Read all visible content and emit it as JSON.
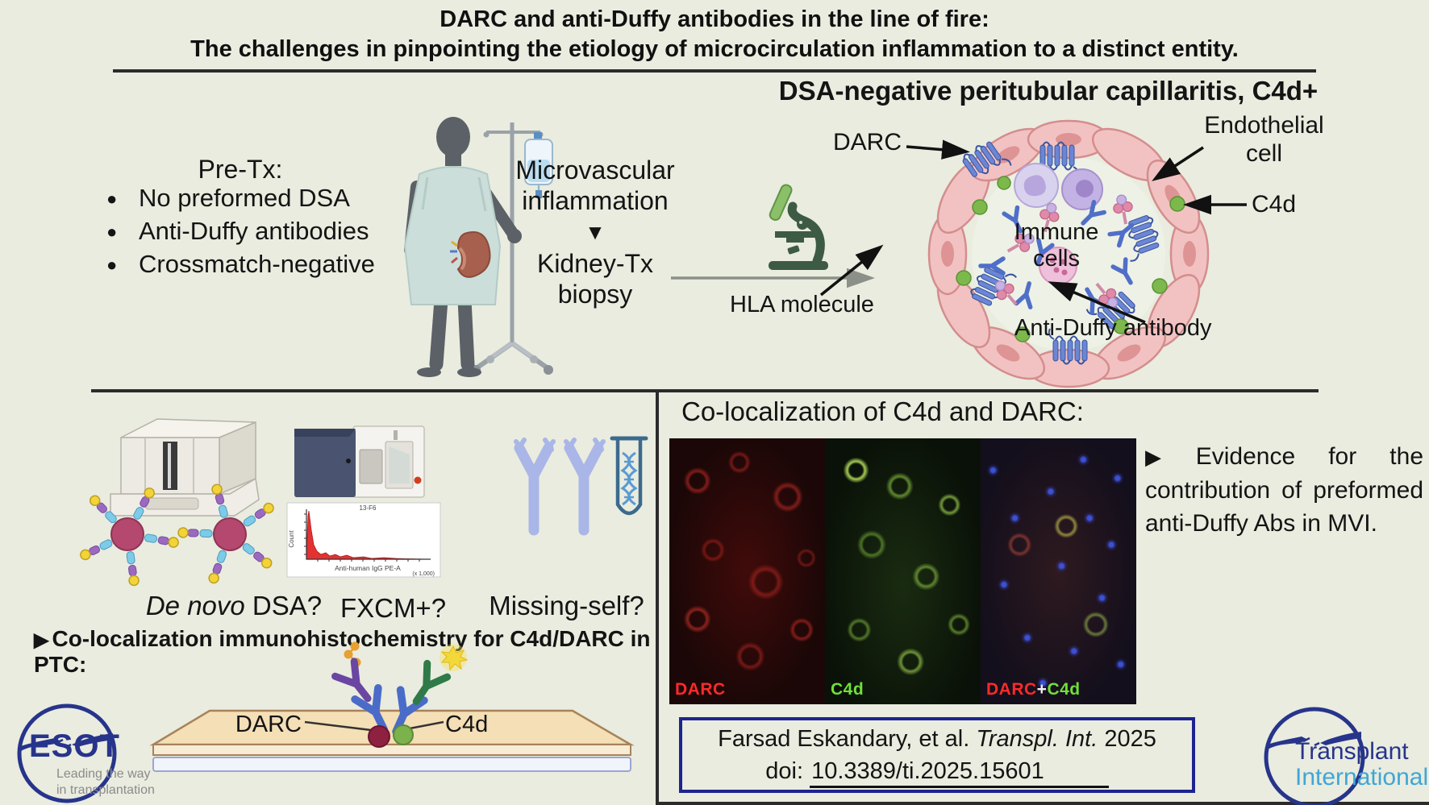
{
  "title": {
    "line1": "DARC and anti-Duffy antibodies in the line of fire:",
    "line2": "The challenges in pinpointing the etiology of microcirculation inflammation to a distinct entity."
  },
  "pre_tx": {
    "heading": "Pre-Tx:",
    "bullet_glyph": "●",
    "bullets": [
      "No preformed DSA",
      "Anti-Duffy antibodies",
      "Crossmatch-negative"
    ]
  },
  "flow": {
    "line1": "Microvascular",
    "line2": "inflammation",
    "down_arrow": "▼",
    "line3": "Kidney-Tx",
    "line4": "biopsy"
  },
  "capillary": {
    "heading": "DSA-negative peritubular capillaritis, C4d+",
    "label_darc": "DARC",
    "label_endothelial": "Endothelial cell",
    "label_c4d": "C4d",
    "label_immune": "Immune cells",
    "label_hla": "HLA molecule",
    "label_anti_duffy": "Anti-Duffy antibody"
  },
  "workup": {
    "q1_italic": "De novo",
    "q1_rest": " DSA?",
    "q2": "FXCM+?",
    "q3": "Missing-self?",
    "marker": "▶",
    "coloc_heading": "Co-localization immunohistochemistry for C4d/DARC in PTC:",
    "slide_label_darc": "DARC",
    "slide_label_c4d": "C4d",
    "histogram": {
      "title": "13-F6",
      "ylabel": "Count",
      "xlabel": "Anti-human IgG PE-A",
      "scale_note": "(x 1,000)"
    }
  },
  "coloc": {
    "heading": "Co-localization of C4d and DARC:",
    "panel1_label": "DARC",
    "panel2_label": "C4d",
    "panel3_parts": [
      "DARC",
      "+",
      "C4d"
    ],
    "marker": "▶",
    "evidence": "Evidence for the contribution of preformed anti-Duffy Abs in MVI."
  },
  "citation": {
    "authors": "Farsad Eskandary, et al. ",
    "journal": "Transpl. Int.",
    "year": " 2025",
    "doi_prefix": "doi: ",
    "doi": "10.3389/ti.2025.15601"
  },
  "logos": {
    "esot_name": "ESOT",
    "esot_tagline1": "Leading the way",
    "esot_tagline2": "in transplantation",
    "ti_line1": "Transplant",
    "ti_line2": "International"
  },
  "colors": {
    "background": "#e9ecdf",
    "logo_blue": "#27348b",
    "ti_light_blue": "#3fa6d6",
    "c4d_green": "#7cb84c",
    "darc_red": "#e03030",
    "citation_border": "#1c2490"
  }
}
